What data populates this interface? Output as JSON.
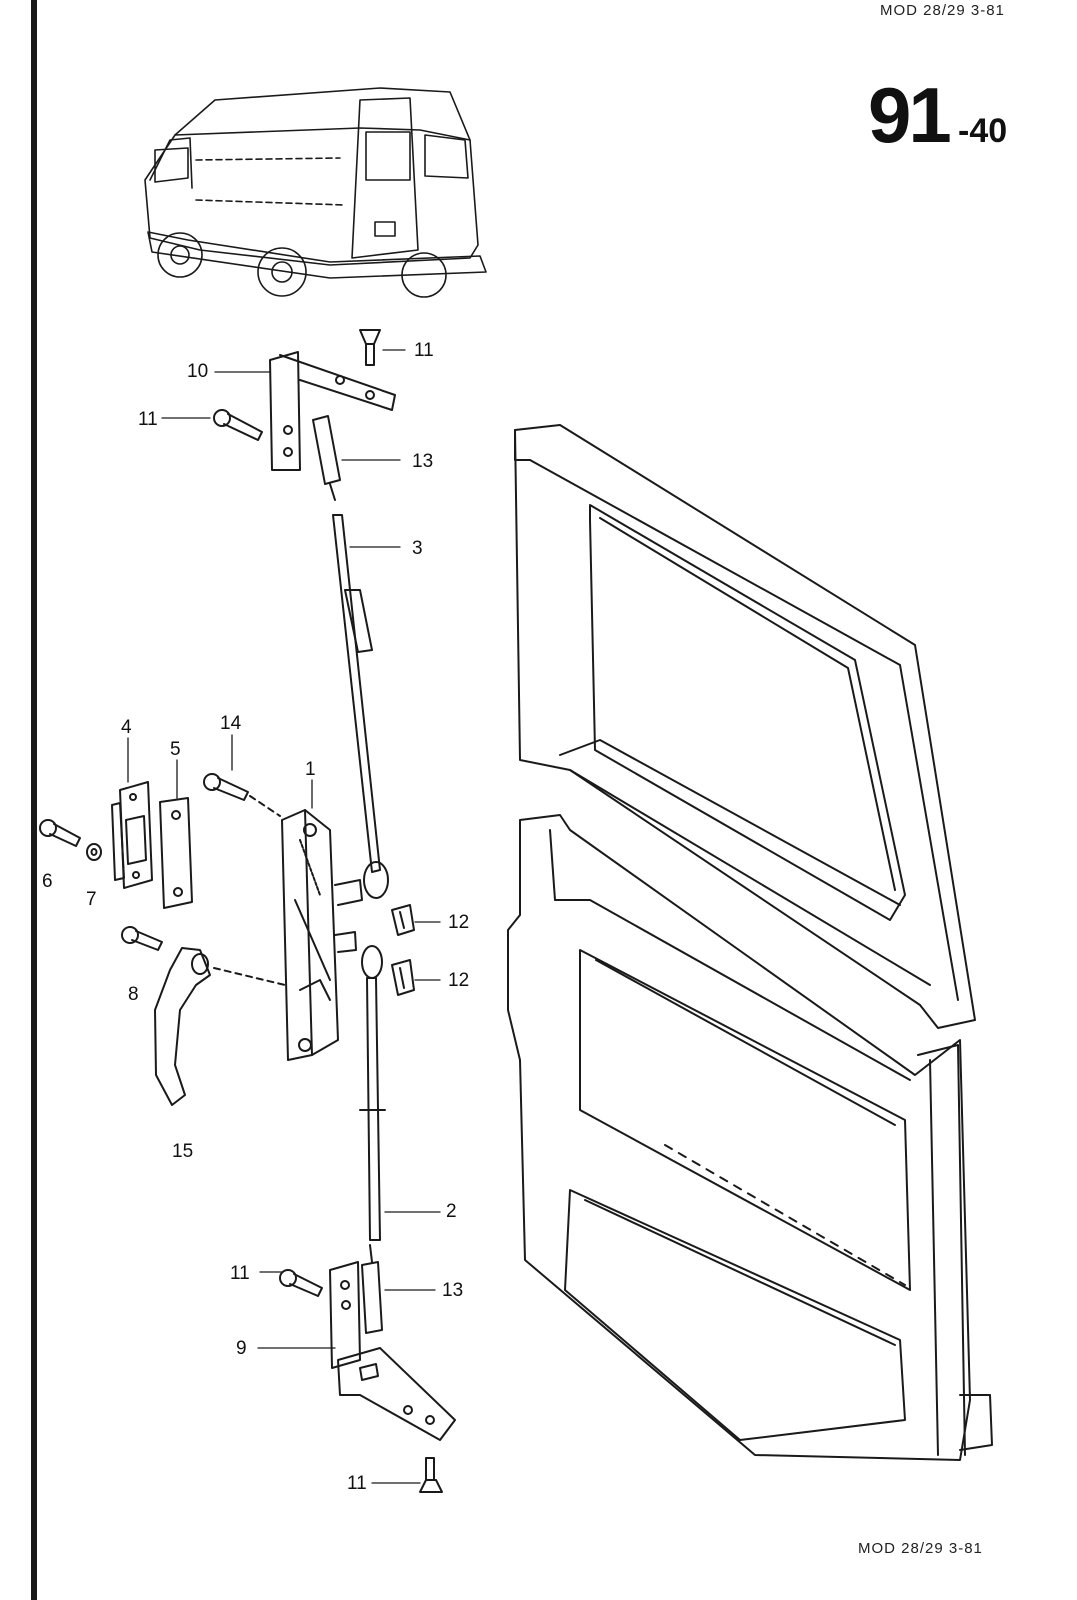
{
  "header": {
    "model_ref": "MOD 28/29  3-81",
    "page_number": "91",
    "page_suffix": "-40"
  },
  "footer": {
    "model_ref": "MOD 28/29  3-81"
  },
  "callouts": {
    "c11a": "11",
    "c10": "10",
    "c11b": "11",
    "c13a": "13",
    "c3": "3",
    "c4": "4",
    "c5": "5",
    "c14": "14",
    "c1": "1",
    "c6": "6",
    "c7": "7",
    "c12a": "12",
    "c12b": "12",
    "c8": "8",
    "c15": "15",
    "c2": "2",
    "c11c": "11",
    "c13b": "13",
    "c9": "9",
    "c11d": "11"
  }
}
